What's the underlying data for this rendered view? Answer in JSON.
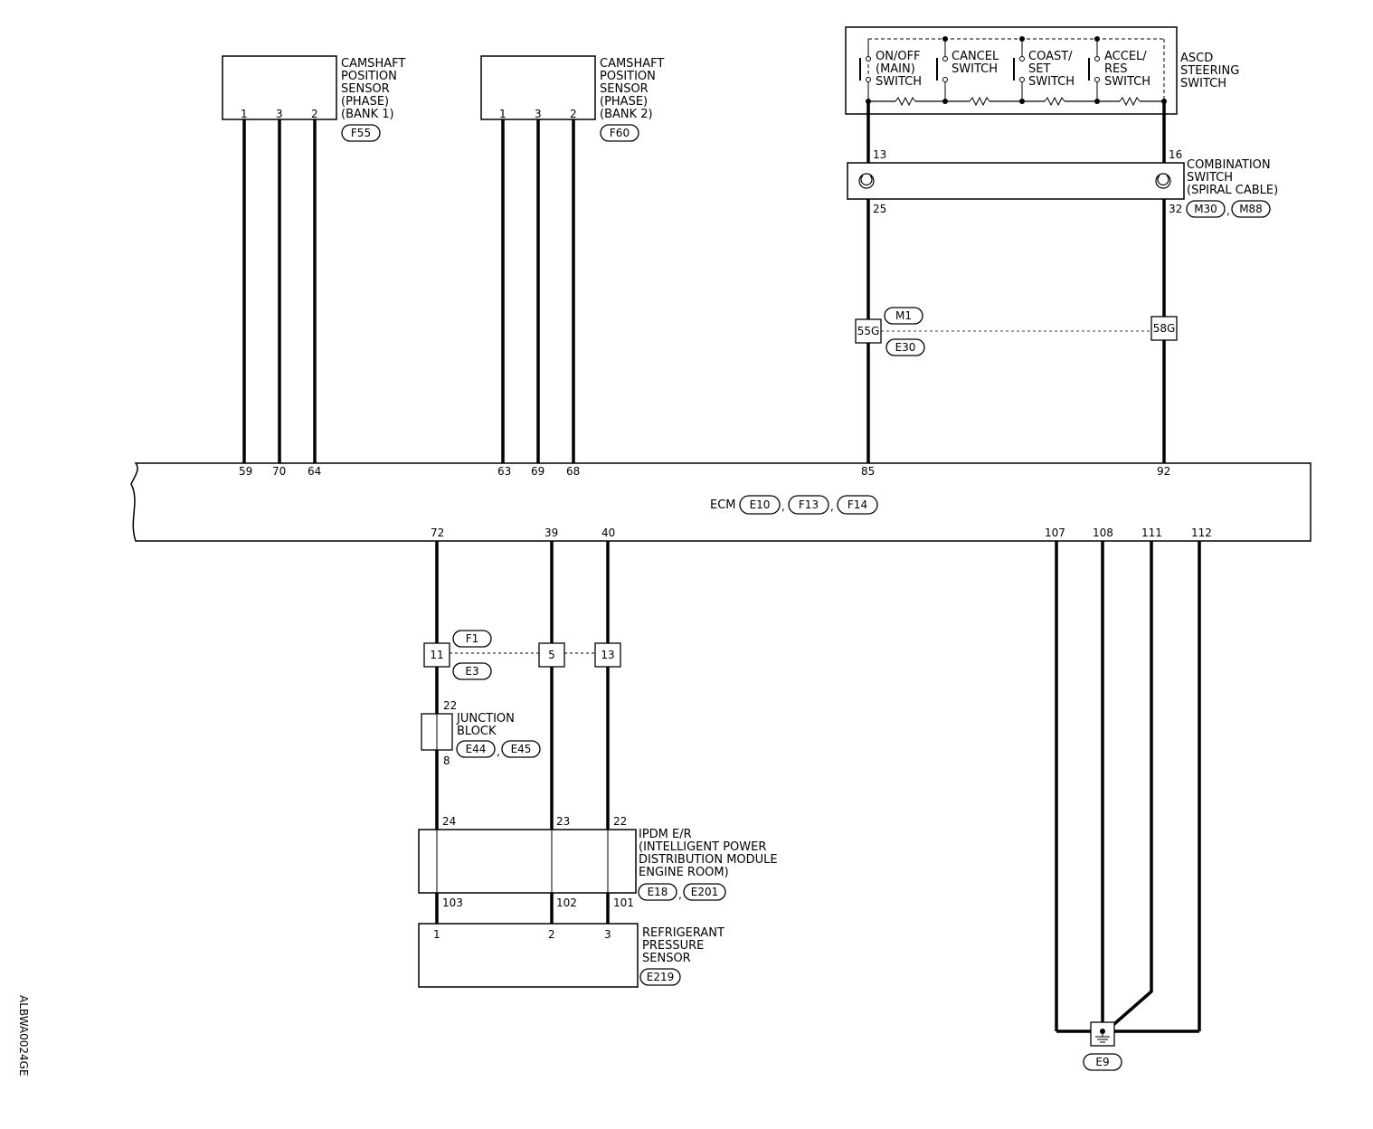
{
  "diagram_code": "ALBWA0024GE",
  "ecm": {
    "label": "ECM",
    "connectors": [
      "E10",
      "F13",
      "F14"
    ]
  },
  "cmp_bank1": {
    "lines": [
      "CAMSHAFT",
      "POSITION",
      "SENSOR",
      "(PHASE)",
      "(BANK 1)"
    ],
    "connector": "F55",
    "pins": [
      "1",
      "3",
      "2"
    ],
    "ecm_pins": [
      "59",
      "70",
      "64"
    ]
  },
  "cmp_bank2": {
    "lines": [
      "CAMSHAFT",
      "POSITION",
      "SENSOR",
      "(PHASE)",
      "(BANK 2)"
    ],
    "connector": "F60",
    "pins": [
      "1",
      "3",
      "2"
    ],
    "ecm_pins": [
      "63",
      "69",
      "68"
    ]
  },
  "ascd": {
    "lines": [
      "ASCD",
      "STEERING",
      "SWITCH"
    ],
    "switches": [
      [
        "ON/OFF",
        "(MAIN)",
        "SWITCH"
      ],
      [
        "CANCEL",
        "SWITCH"
      ],
      [
        "COAST/",
        "SET",
        "SWITCH"
      ],
      [
        "ACCEL/",
        "RES",
        "SWITCH"
      ]
    ]
  },
  "combination_switch": {
    "lines": [
      "COMBINATION",
      "SWITCH",
      "(SPIRAL CABLE)"
    ],
    "connectors": [
      "M30",
      "M88"
    ],
    "top_pins": [
      "13",
      "16"
    ],
    "bottom_pins": [
      "25",
      "32"
    ]
  },
  "harness_m1_e30": {
    "connectors": [
      "M1",
      "E30"
    ],
    "terminals": [
      "55G",
      "58G"
    ]
  },
  "ascd_ecm_pins": [
    "85",
    "92"
  ],
  "ecm_bottom_pins": [
    "72",
    "39",
    "40",
    "107",
    "108",
    "111",
    "112"
  ],
  "harness_f1_e3": {
    "connectors": [
      "F1",
      "E3"
    ],
    "terminals": [
      "11",
      "5",
      "13"
    ]
  },
  "junction_block": {
    "lines": [
      "JUNCTION",
      "BLOCK"
    ],
    "connectors": [
      "E44",
      "E45"
    ],
    "pins": [
      "22",
      "8"
    ]
  },
  "ipdm": {
    "lines": [
      "IPDM E/R",
      "(INTELLIGENT POWER",
      "DISTRIBUTION MODULE",
      "ENGINE ROOM)"
    ],
    "connectors": [
      "E18",
      "E201"
    ],
    "top_pins": [
      "24",
      "23",
      "22"
    ],
    "bottom_pins": [
      "103",
      "102",
      "101"
    ]
  },
  "refrigerant_sensor": {
    "lines": [
      "REFRIGERANT",
      "PRESSURE",
      "SENSOR"
    ],
    "connector": "E219",
    "pins": [
      "1",
      "2",
      "3"
    ]
  },
  "ground": {
    "connector": "E9"
  },
  "comma": ","
}
